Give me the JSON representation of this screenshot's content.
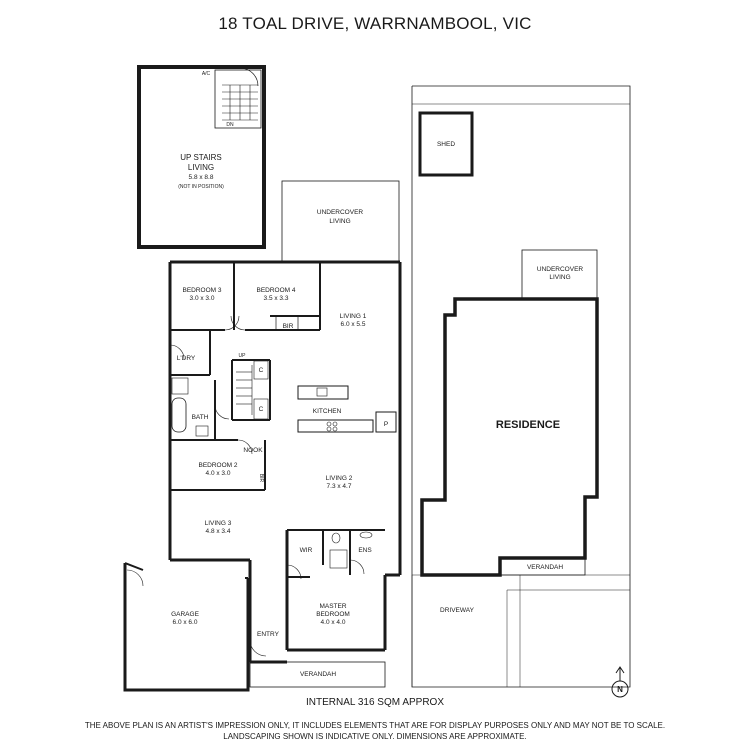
{
  "title": "18 TOAL DRIVE, WARRNAMBOOL, VIC",
  "rooms": {
    "upstairs_name": "UP STAIRS",
    "upstairs_sub": "LIVING",
    "upstairs_dim": "5.8 x 8.8",
    "upstairs_note": "(NOT IN POSITION)",
    "ac": "A/C",
    "dn": "DN",
    "up": "UP",
    "undercover_a": "UNDERCOVER",
    "undercover_b": "LIVING",
    "bedroom3": "BEDROOM 3",
    "bedroom3_dim": "3.0 x 3.0",
    "bedroom4": "BEDROOM 4",
    "bedroom4_dim": "3.5 x 3.3",
    "bir": "BIR",
    "living1": "LIVING 1",
    "living1_dim": "6.0 x 5.5",
    "ldry": "L'DRY",
    "c": "C",
    "kitchen": "KITCHEN",
    "p": "P",
    "bath": "BATH",
    "nook": "NOOK",
    "bedroom2": "BEDROOM 2",
    "bedroom2_dim": "4.0 x 3.0",
    "living2": "LIVING 2",
    "living2_dim": "7.3 x 4.7",
    "living3": "LIVING 3",
    "living3_dim": "4.8 x 3.4",
    "wir": "WIR",
    "ens": "ENS",
    "garage": "GARAGE",
    "garage_dim": "6.0 x 6.0",
    "master": "MASTER",
    "master_b": "BEDROOM",
    "master_dim": "4.0 x 4.0",
    "entry": "ENTRY",
    "verandah": "VERANDAH",
    "shed": "SHED",
    "residence": "RESIDENCE",
    "driveway": "DRIVEWAY",
    "north": "N"
  },
  "footer": {
    "area": "INTERNAL  316 SQM APPROX",
    "disclaimer_1": "THE ABOVE PLAN IS AN ARTIST'S IMPRESSION ONLY, IT INCLUDES ELEMENTS THAT ARE FOR DISPLAY PURPOSES ONLY AND MAY NOT BE TO SCALE.",
    "disclaimer_2": "LANDSCAPING SHOWN IS INDICATIVE ONLY. DIMENSIONS ARE APPROXIMATE."
  }
}
